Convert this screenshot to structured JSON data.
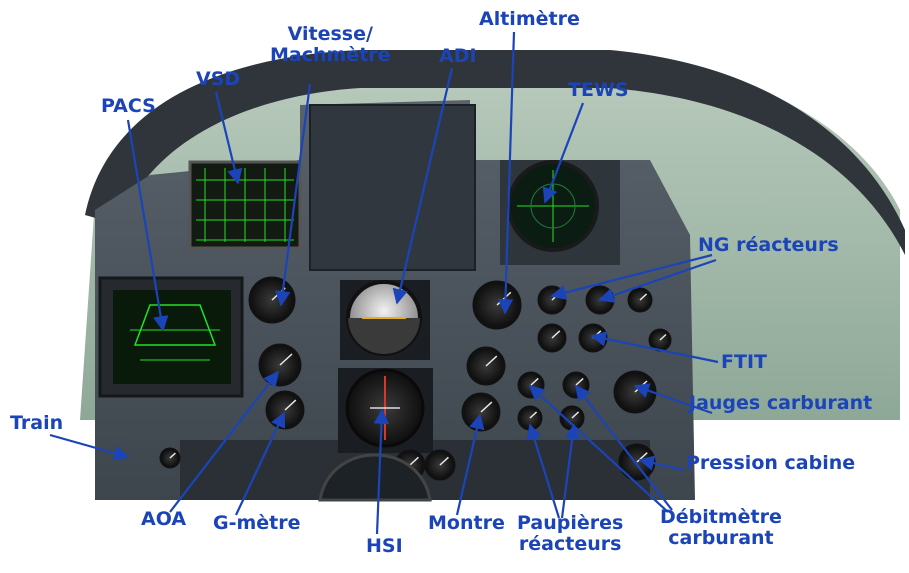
{
  "labels": {
    "vitesse": [
      "Vitesse/",
      "Machmètre"
    ],
    "altimetre": "Altimètre",
    "vsd": "VSD",
    "adi": "ADI",
    "tews": "TEWS",
    "pacs": "PACS",
    "ng": "NG réacteurs",
    "ftit": "FTIT",
    "jauges": "Jauges carburant",
    "train": "Train",
    "pression": "Pression cabine",
    "aoa": "AOA",
    "gmetre": "G-mètre",
    "hsi": "HSI",
    "montre": "Montre",
    "paupieres": [
      "Paupières",
      "réacteurs"
    ],
    "debitmetre": [
      "Débitmètre",
      "carburant"
    ]
  },
  "colors": {
    "label": "#1b44b8",
    "arrow": "#1b44b8",
    "screen": "#23e023",
    "sky": "#9fb7a8"
  }
}
